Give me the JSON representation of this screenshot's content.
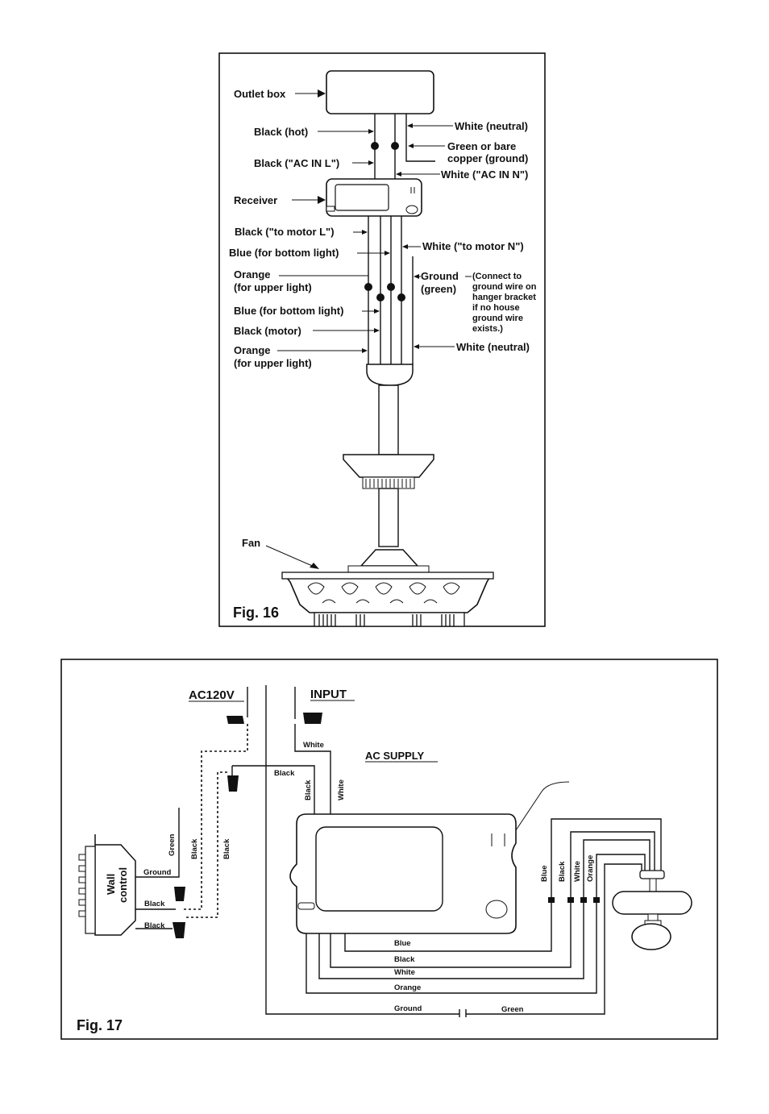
{
  "fig16": {
    "caption": "Fig. 16",
    "labels": {
      "outlet_box": "Outlet box",
      "black_hot": "Black (hot)",
      "white_neutral_top": "White (neutral)",
      "green_bare_1": "Green or bare",
      "green_bare_2": "copper (ground)",
      "black_ac_in_l": "Black (\"AC IN L\")",
      "white_ac_in_n": "White (\"AC IN N\")",
      "receiver": "Receiver",
      "black_to_motor_l": "Black (\"to motor  L\")",
      "white_to_motor_n": "White (\"to motor  N\")",
      "blue_bottom_1": "Blue (for bottom light)",
      "orange_upper_1a": "Orange",
      "orange_upper_1b": "(for upper light)",
      "ground_green_a": "Ground",
      "ground_green_b": "(green)",
      "ground_note_1": "(Connect to",
      "ground_note_2": "ground wire on",
      "ground_note_3": "hanger bracket",
      "ground_note_4": "if no house",
      "ground_note_5": "ground wire",
      "ground_note_6": "exists.)",
      "blue_bottom_2": "Blue (for bottom light)",
      "black_motor": "Black (motor)",
      "orange_upper_2a": "Orange",
      "orange_upper_2b": "(for upper light)",
      "white_neutral_bottom": "White (neutral)",
      "fan": "Fan"
    }
  },
  "fig17": {
    "caption": "Fig. 17",
    "labels": {
      "ac120v": "AC120V",
      "input": "INPUT",
      "ac_supply": "AC SUPPLY",
      "white_input": "White",
      "black_top": "Black",
      "black_vert": "Black",
      "white_vert": "White",
      "wall_control_1": "Wall",
      "wall_control_2": "control",
      "green_wall": "Green",
      "ground_wall": "Ground",
      "black_dash_1": "Black",
      "black_dash_2": "Black",
      "black_wall_1": "Black",
      "black_wall_2": "Black",
      "blue_h": "Blue",
      "black_h": "Black",
      "white_h": "White",
      "orange_h": "Orange",
      "ground_h": "Ground",
      "green_h": "Green",
      "blue_v": "Blue",
      "black_v": "Black",
      "white_v": "White",
      "orange_v": "Orange"
    }
  }
}
